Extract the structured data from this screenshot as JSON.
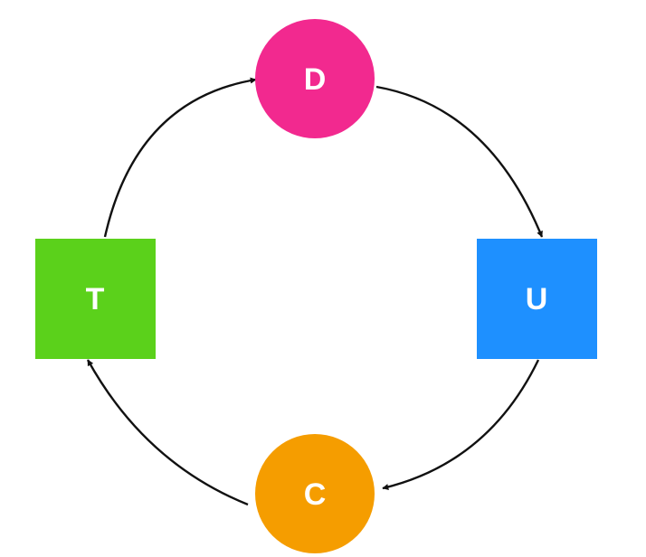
{
  "nodes": [
    {
      "id": "D",
      "label": "D",
      "shape": "circle",
      "color": "#f2298f"
    },
    {
      "id": "U",
      "label": "U",
      "shape": "square",
      "color": "#1e90ff"
    },
    {
      "id": "C",
      "label": "C",
      "shape": "circle",
      "color": "#f59d00"
    },
    {
      "id": "T",
      "label": "T",
      "shape": "square",
      "color": "#5bd11b"
    }
  ],
  "edges": [
    {
      "from": "D",
      "to": "U"
    },
    {
      "from": "U",
      "to": "C"
    },
    {
      "from": "C",
      "to": "T"
    },
    {
      "from": "T",
      "to": "D"
    }
  ],
  "colors": {
    "edge": "#111111",
    "background": "#ffffff"
  }
}
